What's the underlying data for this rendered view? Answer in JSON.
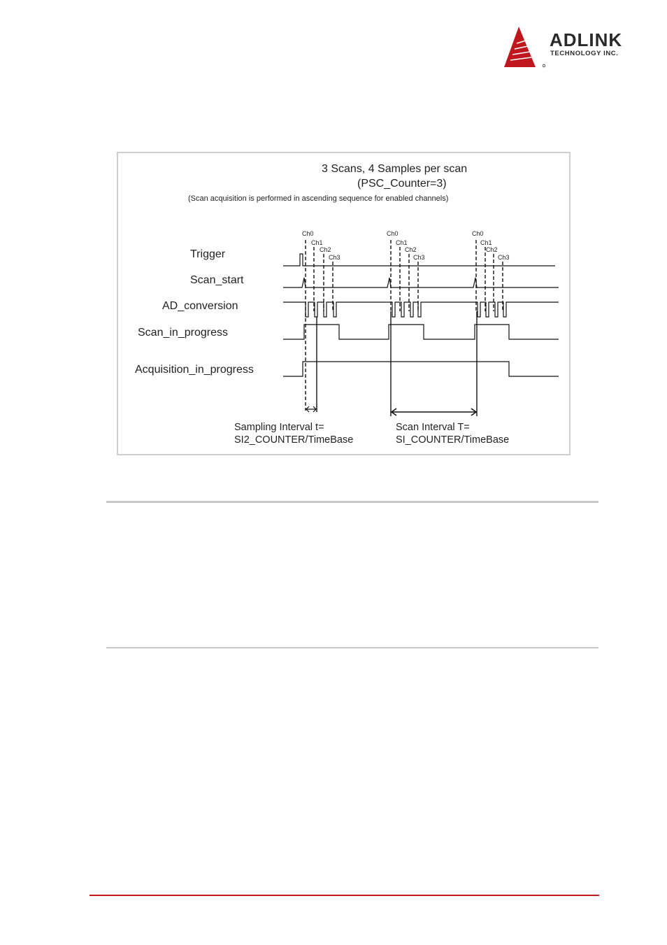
{
  "header": {
    "logo_word": "ADLINK",
    "logo_sub": "TECHNOLOGY INC.",
    "brand_color": "#c0161e"
  },
  "figure": {
    "title_line1": "3 Scans, 4 Samples per scan",
    "title_line2": "(PSC_Counter=3)",
    "note": "(Scan acquisition is performed in ascending sequence for enabled channels)",
    "signals": [
      "Trigger",
      "Scan_start",
      "AD_conversion",
      "Scan_in_progress",
      "Acquisition_in_progress"
    ],
    "channel_labels": [
      "Ch0",
      "Ch1",
      "Ch2",
      "Ch3"
    ],
    "scan_count": 3,
    "samples_per_scan": 4,
    "sampling_caption_line1": "Sampling Interval t=",
    "sampling_caption_line2": "SI2_COUNTER/TimeBase",
    "scan_caption_line1": "Scan Interval T=",
    "scan_caption_line2": "SI_COUNTER/TimeBase"
  }
}
